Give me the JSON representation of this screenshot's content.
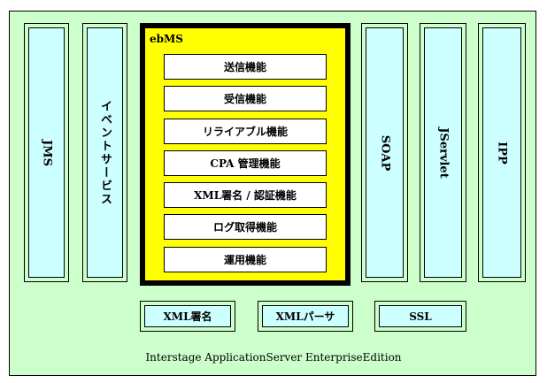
{
  "columns": [
    "JMS",
    "イベントサービス",
    "SOAP",
    "JServlet",
    "IPP"
  ],
  "ebms": {
    "title": "ebMS",
    "functions": [
      "送信機能",
      "受信機能",
      "リライアブル機能",
      "CPA 管理機能",
      "XML署名 / 認証機能",
      "ログ取得機能",
      "運用機能"
    ]
  },
  "bottom": [
    "XML署名",
    "XMLパーサ",
    "SSL"
  ],
  "footer": "Interstage ApplicationServer EnterpriseEdition",
  "colors": {
    "background": "#ccffcc",
    "column_fill": "#ccffff",
    "ebms_fill": "#ffff00",
    "function_fill": "#ffffff"
  }
}
